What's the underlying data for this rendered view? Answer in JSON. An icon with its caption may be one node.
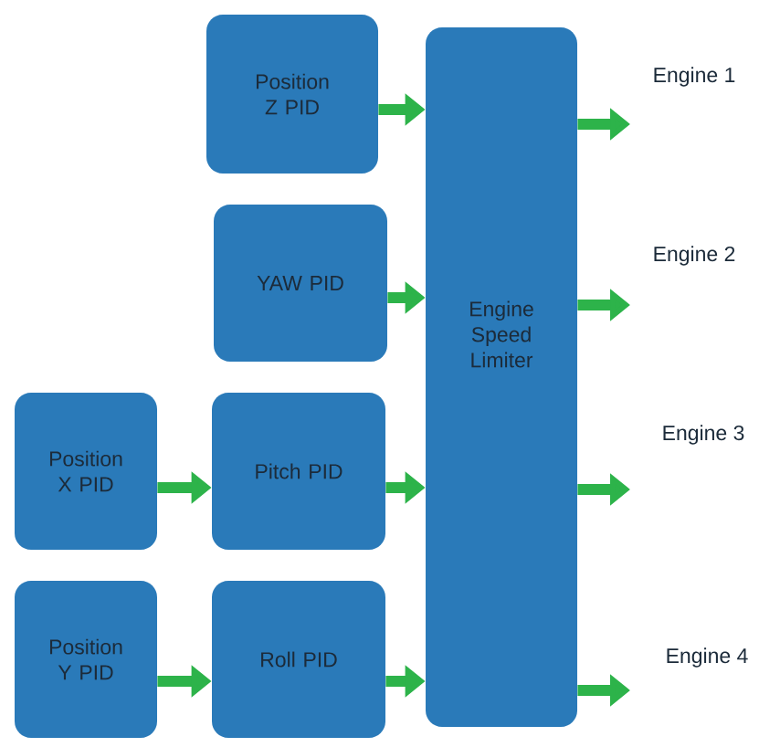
{
  "diagram": {
    "nodes": [
      {
        "text": [
          "Position Z PID"
        ]
      },
      {
        "text": [
          "YAW PID"
        ]
      },
      {
        "text": [
          "Position X PID"
        ]
      },
      {
        "text": [
          "Pitch PID"
        ]
      },
      {
        "text": [
          "Position Y PID"
        ]
      },
      {
        "text": [
          "Roll PID"
        ]
      },
      {
        "text": [
          "Engine Speed Limiter"
        ]
      },
      {
        "text": [
          "Engine 1"
        ]
      },
      {
        "text": [
          "Engine 2"
        ]
      },
      {
        "text": [
          "Engine 3"
        ]
      },
      {
        "text": [
          "Engine 4"
        ]
      }
    ],
    "edges": [
      {
        "from": 0,
        "to": 6,
        "arrow": "to"
      },
      {
        "from": 1,
        "to": 6,
        "arrow": "to"
      },
      {
        "from": 2,
        "to": 3,
        "arrow": "to"
      },
      {
        "from": 3,
        "to": 6,
        "arrow": "to"
      },
      {
        "from": 4,
        "to": 5,
        "arrow": "to"
      },
      {
        "from": 5,
        "to": 6,
        "arrow": "to"
      },
      {
        "from": 6,
        "to": 7,
        "arrow": "to"
      },
      {
        "from": 6,
        "to": 8,
        "arrow": "to"
      },
      {
        "from": 6,
        "to": 9,
        "arrow": "to"
      },
      {
        "from": 6,
        "to": 10,
        "arrow": "to"
      }
    ]
  }
}
